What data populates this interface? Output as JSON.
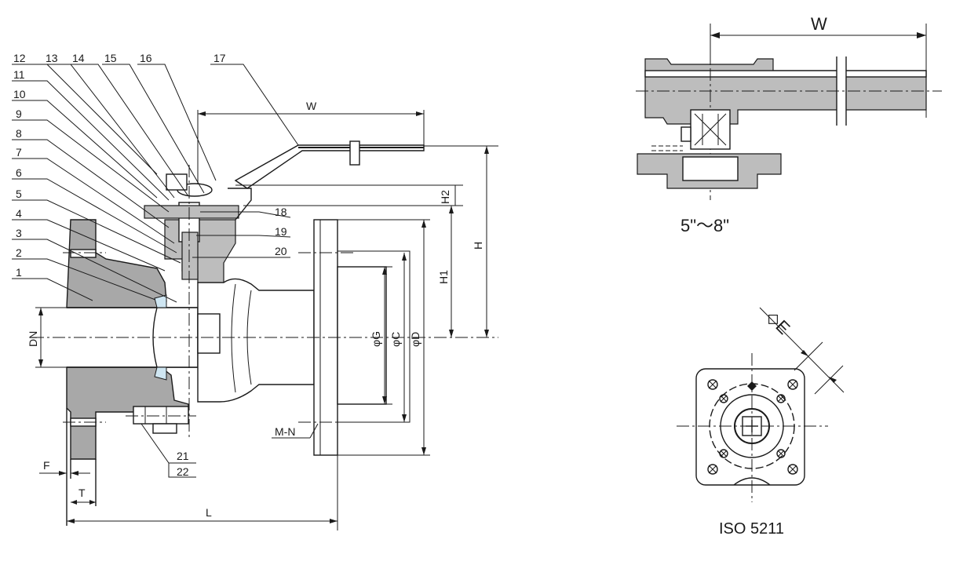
{
  "part_numbers": [
    "1",
    "2",
    "3",
    "4",
    "5",
    "6",
    "7",
    "8",
    "9",
    "10",
    "11",
    "12",
    "13",
    "14",
    "15",
    "16",
    "17",
    "18",
    "19",
    "20",
    "21",
    "22"
  ],
  "dims": {
    "W_main": "W",
    "W_top": "W",
    "H": "H",
    "H1": "H1",
    "H2": "H2",
    "DN": "DN",
    "G": "φG",
    "C": "φC",
    "D": "φD",
    "MN": "M-N",
    "F": "F",
    "T": "T",
    "L": "L",
    "E": "◇E"
  },
  "size_range": "5\"～8\"",
  "standard": "ISO 5211"
}
